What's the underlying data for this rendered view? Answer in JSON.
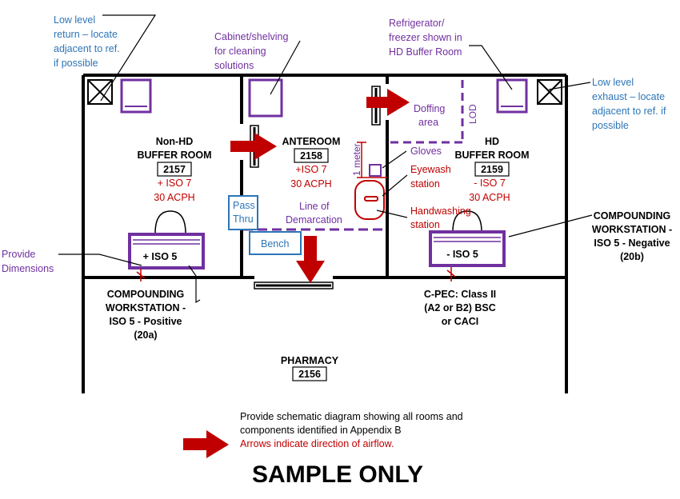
{
  "colors": {
    "wall": "#000000",
    "purple": "#7030A0",
    "blue": "#2E75B6",
    "red": "#C00000",
    "arrow": "#C00000",
    "black": "#000000"
  },
  "annotations": {
    "low_return": [
      "Low level",
      "return – locate",
      "adjacent to ref.",
      "if possible"
    ],
    "cabinet": [
      "Cabinet/shelving",
      "for cleaning",
      "solutions"
    ],
    "refrigerator": [
      "Refrigerator/",
      "freezer shown in",
      "HD Buffer Room"
    ],
    "low_exhaust": [
      "Low level",
      "exhaust – locate",
      "adjacent to ref. if",
      "possible"
    ],
    "provide_dimensions": [
      "Provide",
      "Dimensions"
    ],
    "doffing": [
      "Doffing",
      "area"
    ],
    "lod": "LOD",
    "one_meter": "1 meter",
    "gloves": "Gloves",
    "eyewash": [
      "Eyewash",
      "station"
    ],
    "handwashing": [
      "Handwashing",
      "station"
    ],
    "pass_thru": [
      "Pass",
      "Thru"
    ],
    "line_of_demarcation": [
      "Line of",
      "Demarcation"
    ],
    "bench": "Bench"
  },
  "rooms": {
    "non_hd": {
      "name_lines": [
        "Non-HD",
        "BUFFER ROOM"
      ],
      "number": "2157",
      "iso": "+ ISO 7",
      "acph": "30 ACPH"
    },
    "anteroom": {
      "name": "ANTEROOM",
      "number": "2158",
      "iso": "+ISO 7",
      "acph": "30 ACPH"
    },
    "hd": {
      "name_lines": [
        "HD",
        "BUFFER ROOM"
      ],
      "number": "2159",
      "iso": "- ISO 7",
      "acph": "30 ACPH"
    },
    "pharmacy": {
      "name": "PHARMACY",
      "number": "2156"
    }
  },
  "workstations": {
    "positive": {
      "label": "+ ISO 5",
      "caption": [
        "COMPOUNDING",
        "WORKSTATION -",
        "ISO 5 - Positive",
        "(20a)"
      ]
    },
    "negative": {
      "label": "- ISO 5",
      "caption": [
        "COMPOUNDING",
        "WORKSTATION -",
        "ISO 5 - Negative",
        "(20b)"
      ]
    },
    "cpec": [
      "C-PEC: Class II",
      "(A2 or B2) BSC",
      "or CACI"
    ]
  },
  "legend": {
    "line1": "Provide schematic diagram showing all rooms and",
    "line2": "components identified in Appendix B",
    "arrows": "Arrows indicate direction of airflow."
  },
  "footer": "SAMPLE ONLY"
}
